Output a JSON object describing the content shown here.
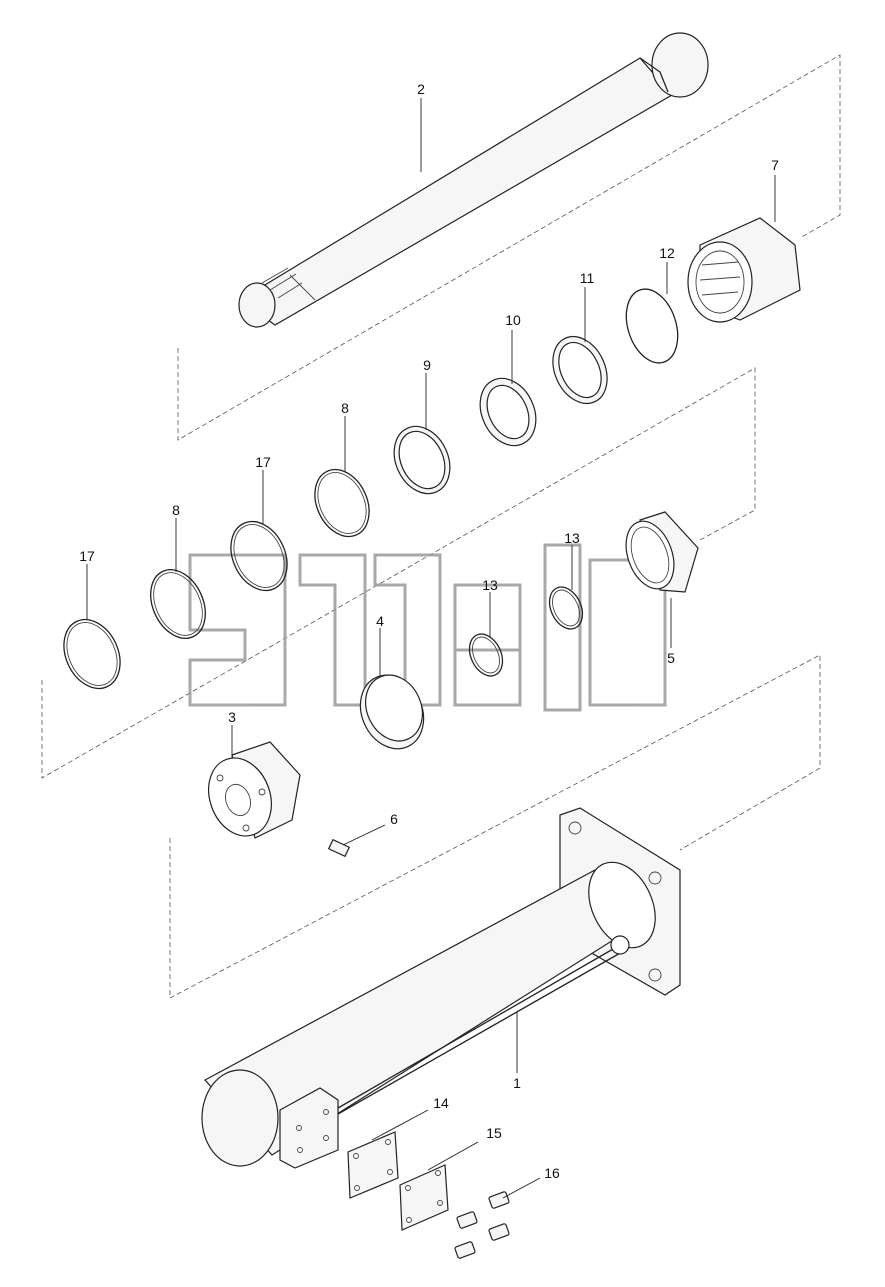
{
  "callouts": {
    "c1": "1",
    "c2": "2",
    "c3": "3",
    "c4": "4",
    "c5": "5",
    "c6": "6",
    "c7": "7",
    "c8a": "8",
    "c8b": "8",
    "c9": "9",
    "c10": "10",
    "c11": "11",
    "c12": "12",
    "c13a": "13",
    "c13b": "13",
    "c14": "14",
    "c15": "15",
    "c16": "16",
    "c17a": "17",
    "c17b": "17"
  },
  "watermark": {
    "mark": "TM"
  }
}
